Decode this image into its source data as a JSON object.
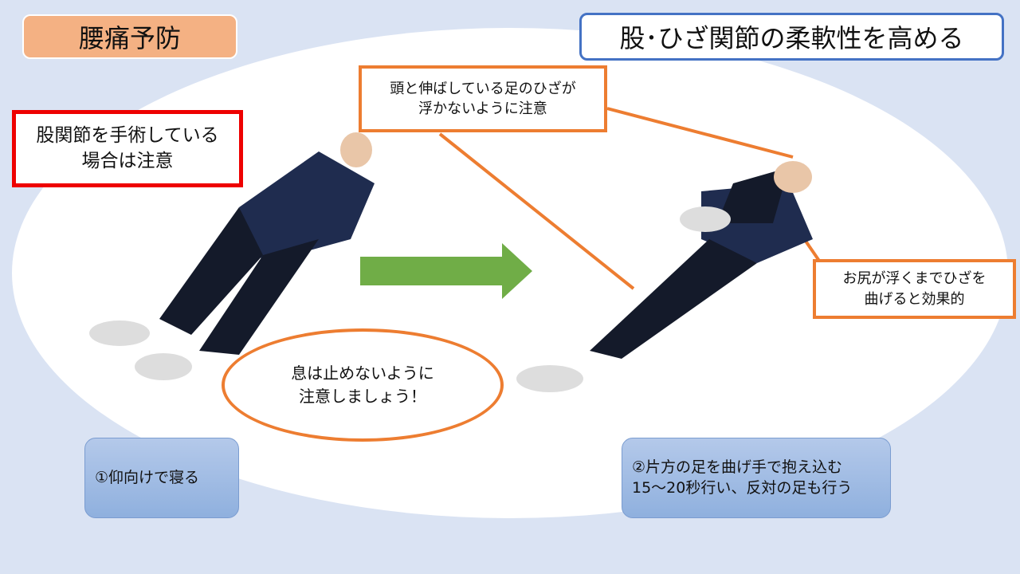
{
  "header": {
    "title": "腰痛予防",
    "subtitle": "股･ひざ関節の柔軟性を高める"
  },
  "warning": {
    "lines": [
      "股関節を手術している",
      "場合は注意"
    ]
  },
  "callouts": {
    "head_knee": {
      "lines": [
        "頭と伸ばしている足のひざが",
        "浮かないように注意"
      ]
    },
    "hip": {
      "lines": [
        "お尻が浮くまでひざを",
        "曲げると効果的"
      ]
    }
  },
  "breath_note": {
    "lines": [
      "息は止めないように",
      "注意しましょう！"
    ]
  },
  "steps": [
    {
      "lines": [
        "①仰向けで寝る"
      ]
    },
    {
      "lines": [
        "②片方の足を曲げ手で抱え込む",
        "15～20秒行い、反対の足も行う"
      ]
    }
  ],
  "colors": {
    "background": "#dae3f3",
    "accent_orange": "#ed7d31",
    "title_fill": "#f4b183",
    "warning_red": "#ee0000",
    "arrow_green": "#70ad47",
    "subtitle_border": "#4472c4"
  }
}
